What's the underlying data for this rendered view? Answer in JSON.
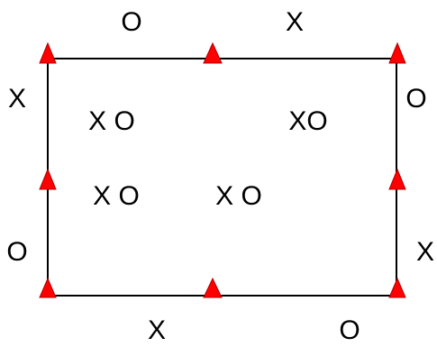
{
  "colors": {
    "outline": "#000000",
    "marker_fill": "#ff0000",
    "marker_stroke": "#b00000",
    "text": "#000000",
    "background": "#ffffff"
  },
  "marker_icon": "triangle-marker-icon",
  "labels": {
    "top_left": "O",
    "top_right": "X",
    "left_upper": "X",
    "left_lower": "O",
    "right_upper": "O",
    "right_lower": "X",
    "bottom_left": "X",
    "bottom_right": "O",
    "cell_top_left": "X O",
    "cell_top_right": "XO",
    "cell_bottom_left": "X O",
    "cell_bottom_middle": "X O"
  }
}
